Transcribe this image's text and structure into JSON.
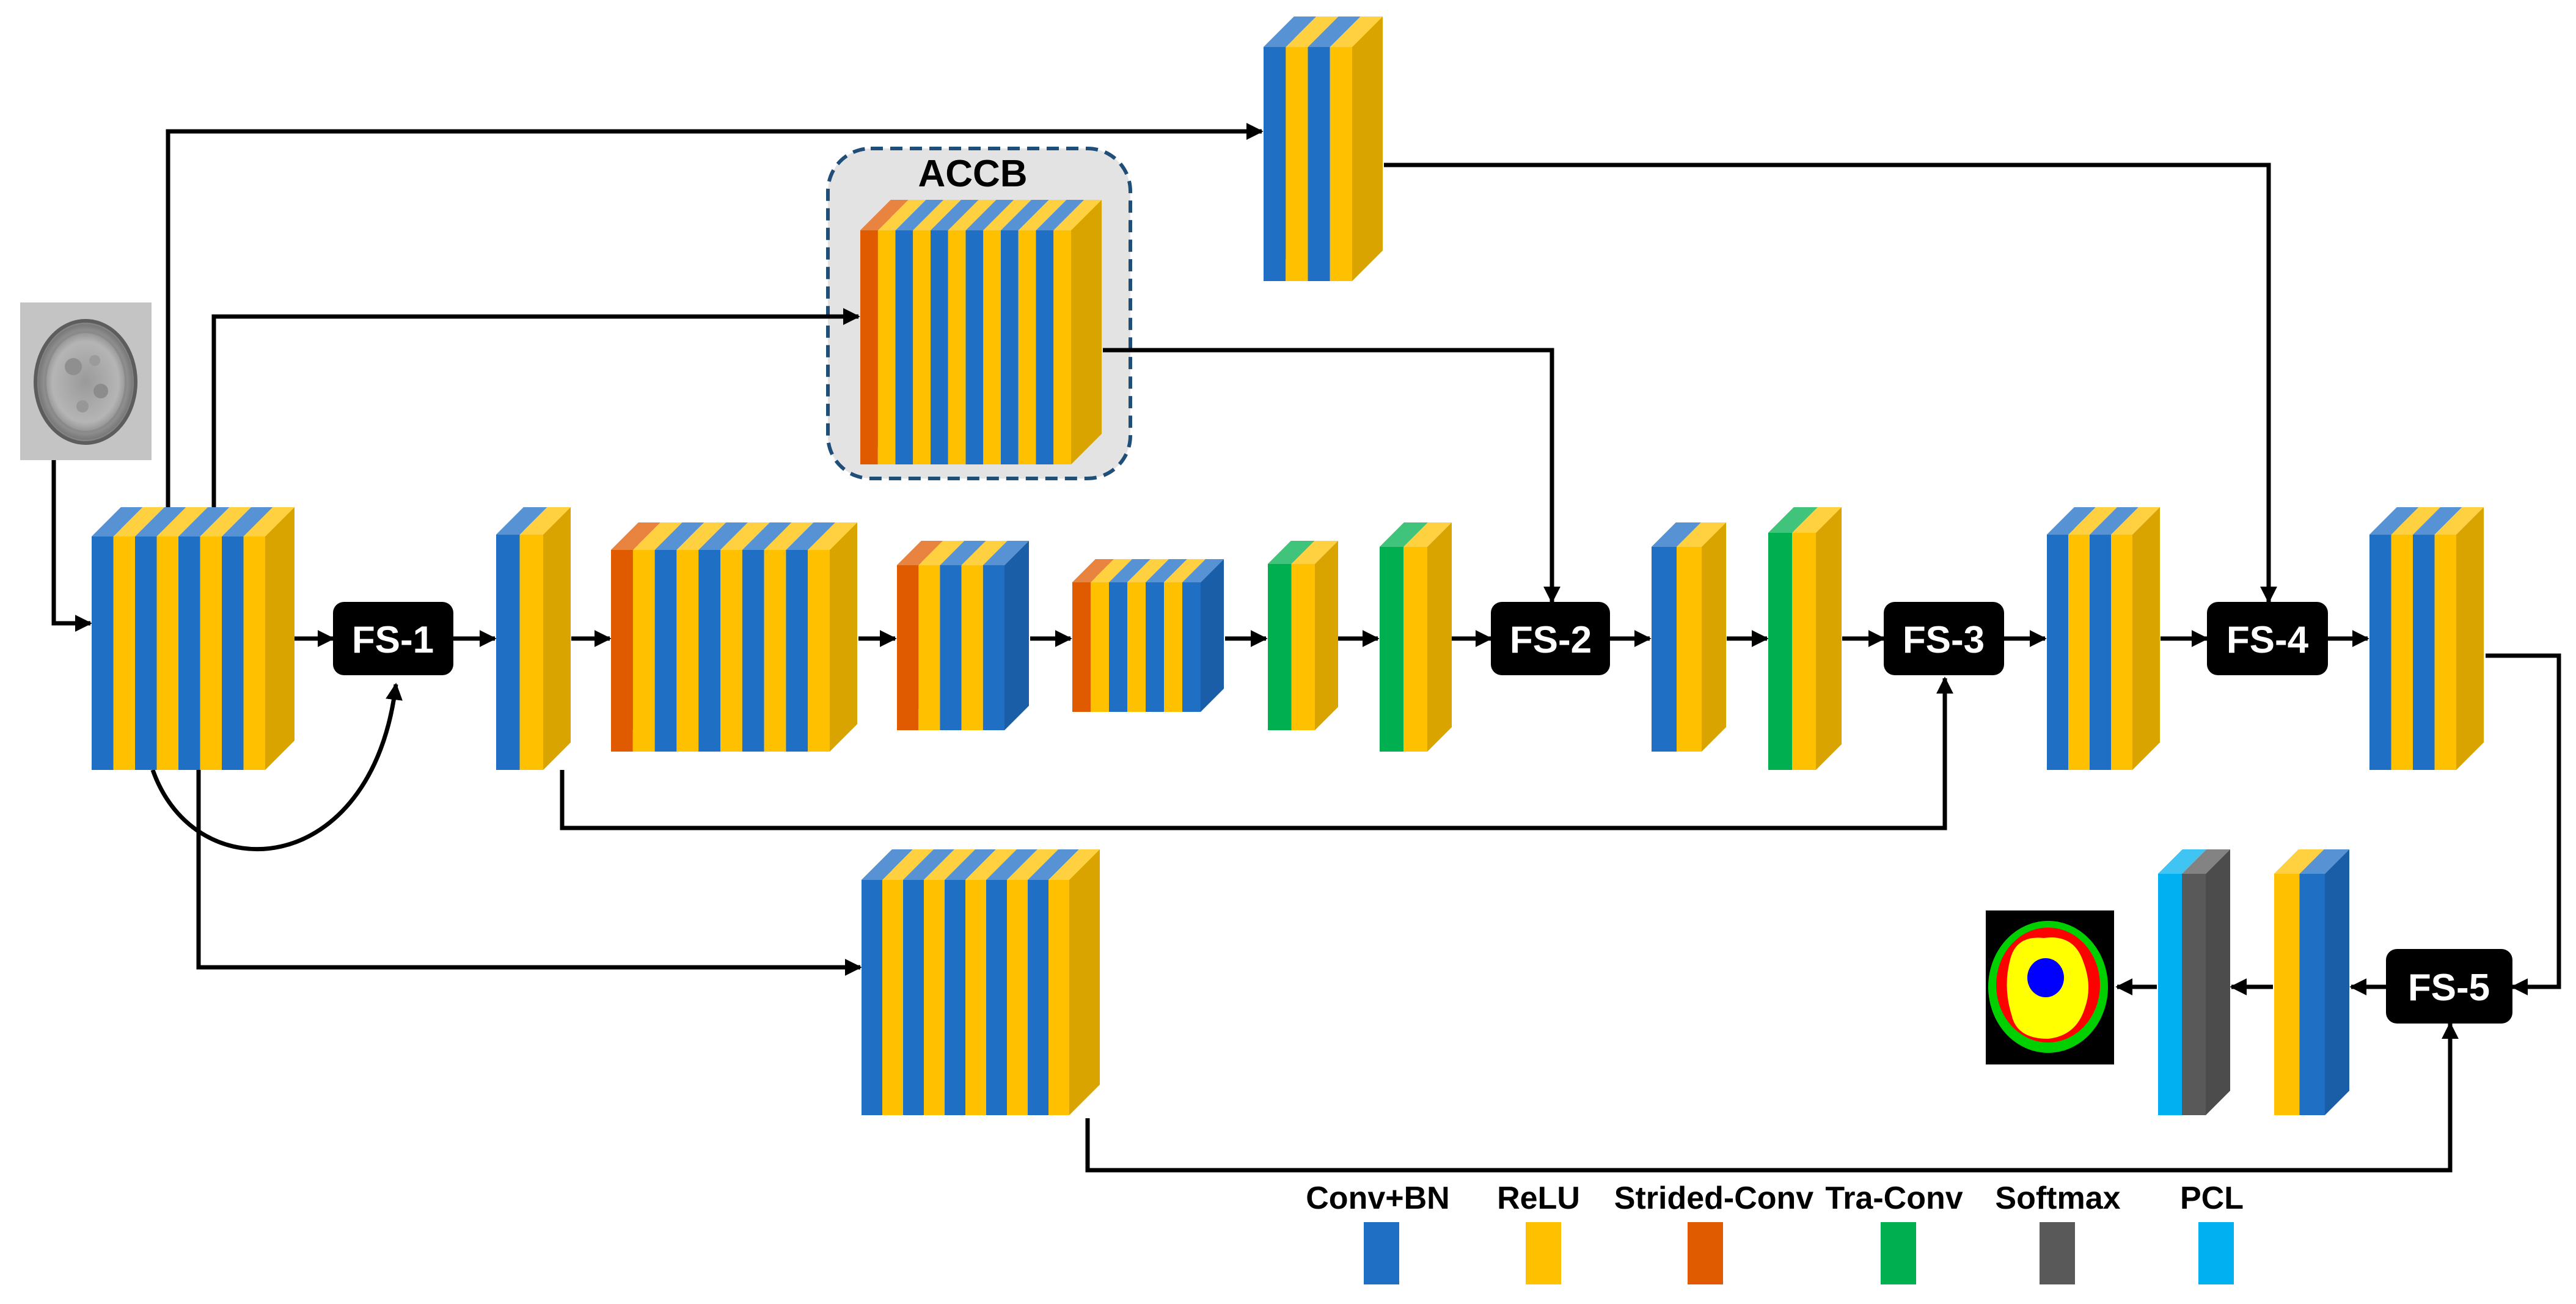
{
  "diagram": {
    "group_label": "ACCB",
    "fusion_blocks": [
      "FS-1",
      "FS-2",
      "FS-3",
      "FS-4",
      "FS-5"
    ],
    "legend": [
      {
        "label": "Conv+BN",
        "color": "#1f6fc5"
      },
      {
        "label": "ReLU",
        "color": "#ffc000"
      },
      {
        "label": "Strided-Conv",
        "color": "#e05a00"
      },
      {
        "label": "Tra-Conv",
        "color": "#00b050"
      },
      {
        "label": "Softmax",
        "color": "#595959"
      },
      {
        "label": "PCL",
        "color": "#00b0f0"
      }
    ],
    "layer_stacks": [
      {
        "id": "encoder-input-block",
        "layers": [
          "conv",
          "relu",
          "conv",
          "relu",
          "conv",
          "relu",
          "conv",
          "relu"
        ]
      },
      {
        "id": "skip-top-block",
        "layers": [
          "conv",
          "relu",
          "conv",
          "relu"
        ]
      },
      {
        "id": "accb-block",
        "layers": [
          "strided",
          "relu",
          "conv",
          "relu",
          "conv",
          "relu",
          "conv",
          "relu",
          "conv",
          "relu",
          "conv",
          "relu"
        ]
      },
      {
        "id": "post-fs1-block",
        "layers": [
          "conv",
          "relu"
        ]
      },
      {
        "id": "strided-block-1",
        "layers": [
          "strided",
          "relu",
          "conv",
          "relu",
          "conv",
          "relu",
          "conv",
          "relu",
          "conv",
          "relu"
        ]
      },
      {
        "id": "strided-block-2",
        "layers": [
          "strided",
          "relu",
          "conv",
          "relu",
          "conv"
        ]
      },
      {
        "id": "strided-block-3",
        "layers": [
          "strided",
          "relu",
          "conv",
          "relu",
          "conv",
          "relu",
          "conv"
        ]
      },
      {
        "id": "traconv-block-1",
        "layers": [
          "traconv",
          "relu"
        ]
      },
      {
        "id": "traconv-block-2",
        "layers": [
          "traconv",
          "relu"
        ]
      },
      {
        "id": "post-fs2-block",
        "layers": [
          "conv",
          "relu"
        ]
      },
      {
        "id": "traconv-block-3",
        "layers": [
          "traconv",
          "relu"
        ]
      },
      {
        "id": "post-fs3-block",
        "layers": [
          "conv",
          "relu",
          "conv",
          "relu"
        ]
      },
      {
        "id": "post-fs4-block",
        "layers": [
          "conv",
          "relu",
          "conv",
          "relu"
        ]
      },
      {
        "id": "skip-bottom-block",
        "layers": [
          "conv",
          "relu",
          "conv",
          "relu",
          "conv",
          "relu",
          "conv",
          "relu",
          "conv",
          "relu"
        ]
      },
      {
        "id": "pre-output-block",
        "layers": [
          "relu",
          "conv"
        ]
      },
      {
        "id": "output-block",
        "layers": [
          "pcl",
          "softmax"
        ]
      }
    ],
    "images": [
      {
        "id": "input-image",
        "description": "grayscale cell microscopy image"
      },
      {
        "id": "output-segmentation",
        "description": "segmentation mask with green, red, yellow and blue regions"
      }
    ]
  }
}
